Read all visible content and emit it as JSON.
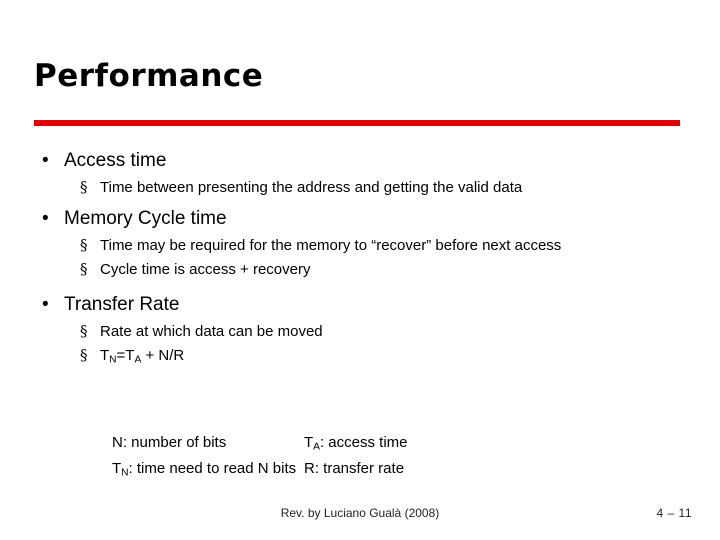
{
  "slide": {
    "title": "Performance",
    "accent_color": "#e00000",
    "bullets": [
      {
        "marker": "•",
        "text": "Access time",
        "sub": [
          {
            "marker": "§",
            "text": "Time between presenting the address and getting the valid data"
          }
        ]
      },
      {
        "marker": "•",
        "text": "Memory Cycle time",
        "sub": [
          {
            "marker": "§",
            "text": "Time may be required for the memory to “recover” before next access"
          },
          {
            "marker": "§",
            "text": "Cycle time is access + recovery"
          }
        ]
      },
      {
        "marker": "•",
        "text": "Transfer Rate",
        "sub": [
          {
            "marker": "§",
            "text": "Rate at which data can be moved"
          },
          {
            "marker": "§",
            "text": "T",
            "formula": true
          }
        ]
      }
    ],
    "formula": {
      "lhs_base": "T",
      "lhs_sub": "N",
      "equals": "=T",
      "rhs_sub": "A",
      "tail": "+ N/R"
    },
    "notes": {
      "left_line1": "N: number of bits",
      "left_line2_base": "T",
      "left_line2_sub": "N",
      "left_line2_rest": ": time need to read N bits",
      "right_line1_base": "T",
      "right_line1_sub": "A",
      "right_line1_rest": ": access time",
      "right_line2": "R: transfer rate"
    },
    "footer": {
      "credit": "Rev. by Luciano Gualà (2008)",
      "page": "4 – 11"
    }
  }
}
